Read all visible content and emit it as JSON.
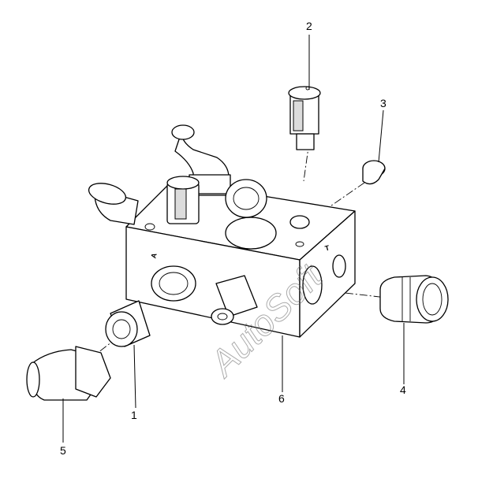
{
  "watermark": "AutoSoft",
  "callouts": [
    {
      "id": "1",
      "label": "1"
    },
    {
      "id": "2",
      "label": "2"
    },
    {
      "id": "3",
      "label": "3"
    },
    {
      "id": "4",
      "label": "4"
    },
    {
      "id": "5",
      "label": "5"
    },
    {
      "id": "6",
      "label": "6"
    }
  ],
  "port_markings": {
    "a": "A",
    "t": "T"
  }
}
